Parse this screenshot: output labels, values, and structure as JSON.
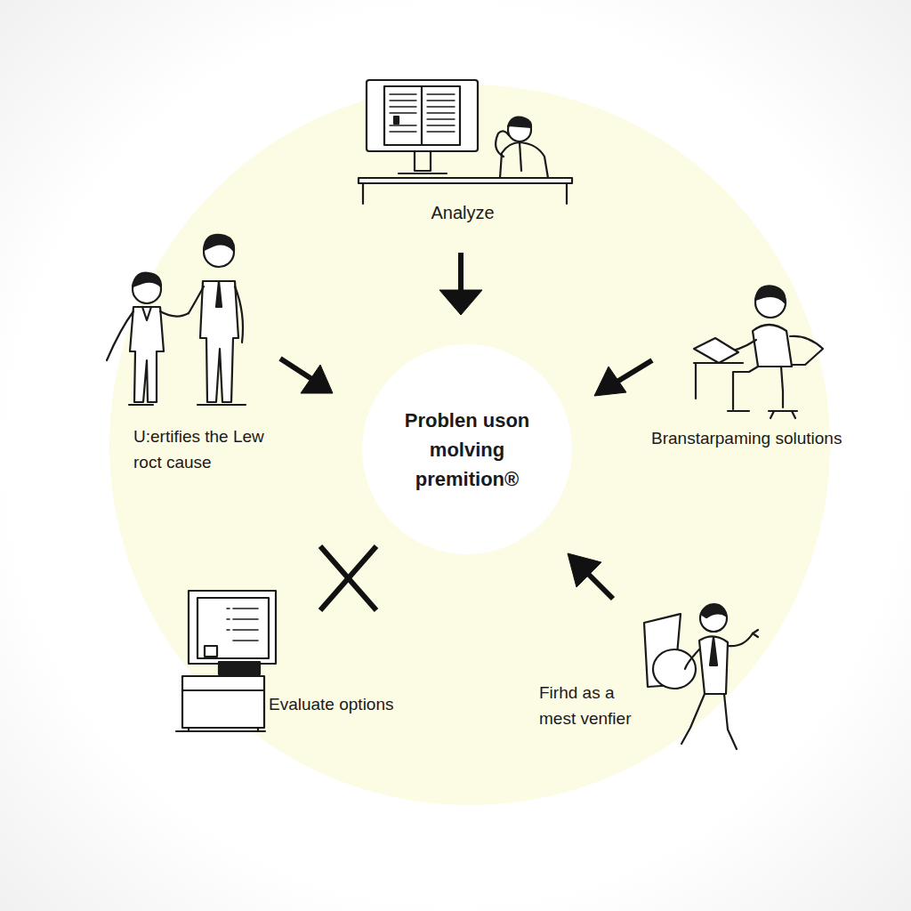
{
  "diagram": {
    "nodes": [
      {
        "text": [
          "Problen uson molving premition®"
        ]
      }
    ],
    "labels": [
      "Analyze",
      "U:ertifies the Lew roct cause",
      "Branstarpaming solutions",
      "Evaluate options",
      "Firhd as a mest venfier"
    ]
  }
}
